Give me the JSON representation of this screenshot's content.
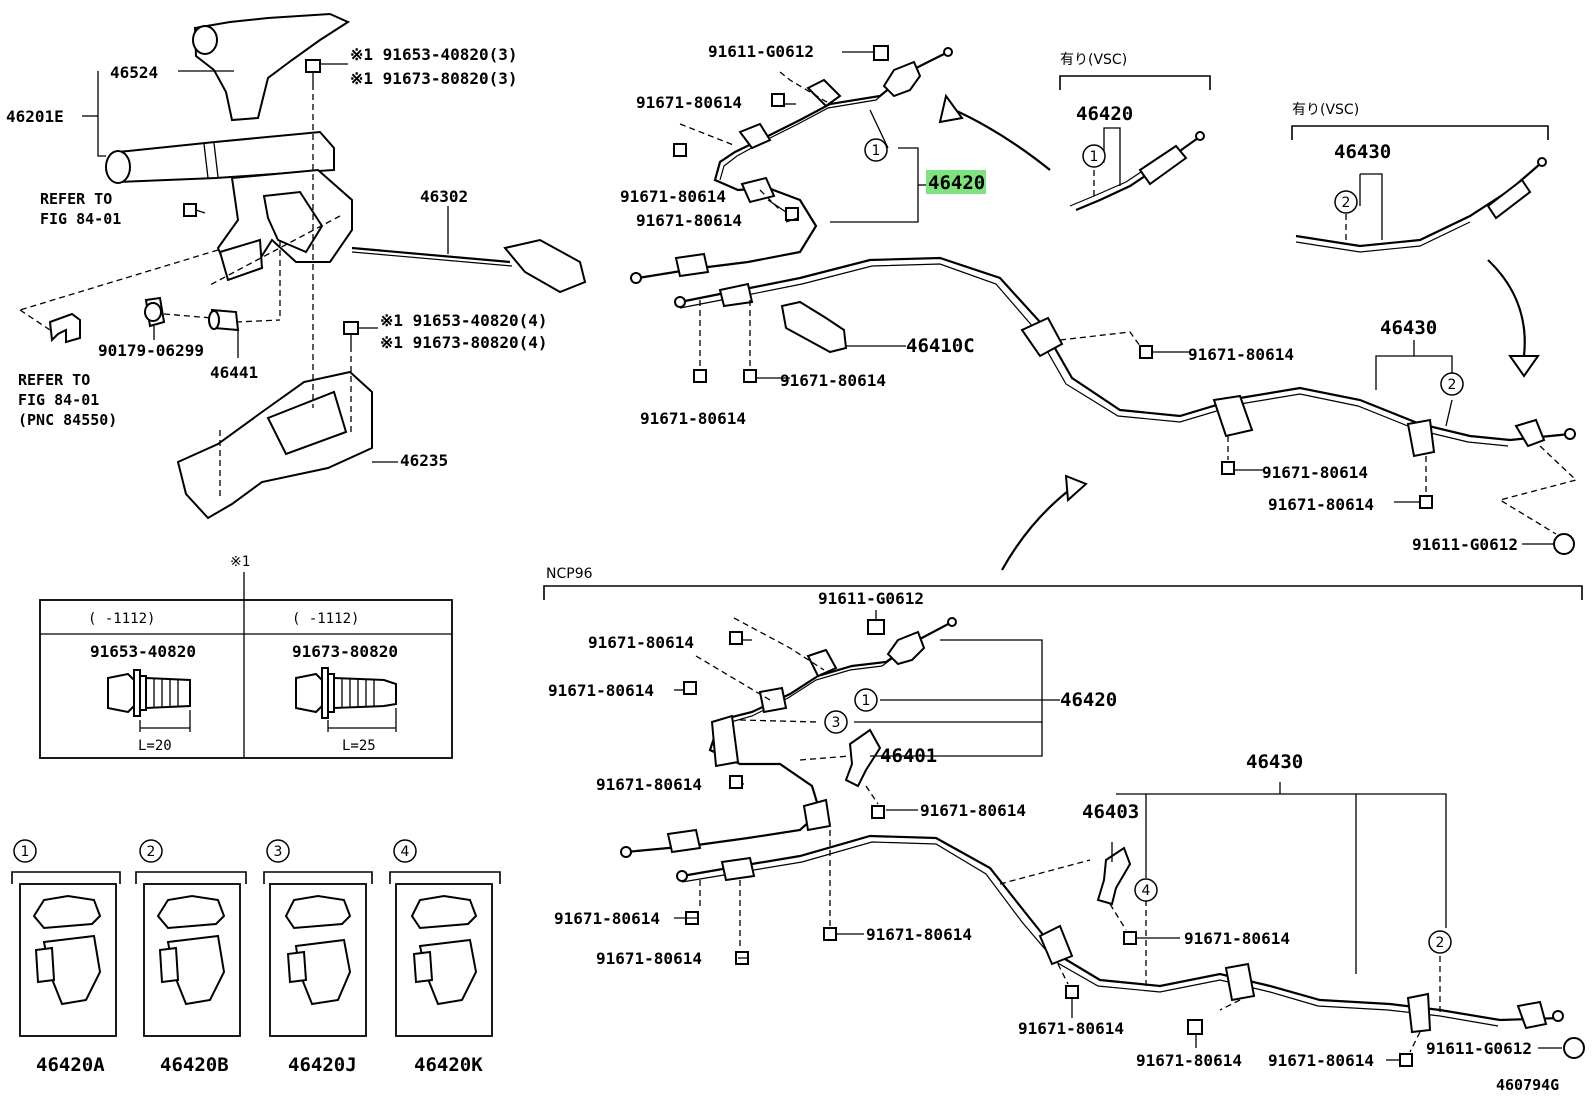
{
  "diagram": {
    "figure_code": "460794G",
    "highlight_part": "46420",
    "left_assembly": {
      "labels": {
        "p46524": "46524",
        "p46201E": "46201E",
        "p46302": "46302",
        "p46441": "46441",
        "p90179": "90179-06299",
        "p46235": "46235",
        "refer1_l1": "REFER TO",
        "refer1_l2": "FIG 84-01",
        "refer2_l1": "REFER TO",
        "refer2_l2": "FIG 84-01",
        "refer2_l3": "(PNC 84550)",
        "bolt_top_1": "※1 91653-40820(3)",
        "bolt_top_2": "※1 91673-80820(3)",
        "bolt_mid_1": "※1 91653-40820(4)",
        "bolt_mid_2": "※1 91673-80820(4)"
      }
    },
    "bolt_table": {
      "title": "※1",
      "columns": [
        {
          "range": "(      -1112)",
          "part": "91653-40820",
          "length": "L=20"
        },
        {
          "range": "(      -1112)",
          "part": "91673-80820",
          "length": "L=25"
        }
      ]
    },
    "clamps": [
      {
        "num": "1",
        "part": "46420A"
      },
      {
        "num": "2",
        "part": "46420B"
      },
      {
        "num": "3",
        "part": "46420J"
      },
      {
        "num": "4",
        "part": "46420K"
      }
    ],
    "top_cables": {
      "p91611_top": "91611-G0612",
      "p80614_a": "91671-80614",
      "p80614_b": "91671-80614",
      "p80614_c": "91671-80614",
      "p80614_d": "91671-80614",
      "p80614_e": "91671-80614",
      "p80614_f": "91671-80614",
      "p80614_g": "91671-80614",
      "p80614_h": "91671-80614",
      "p91611_right": "91611-G0612",
      "p46420": "46420",
      "p46410C": "46410C",
      "p46430": "46430",
      "vsc1_title": "有り(VSC)",
      "vsc1_part": "46420",
      "vsc2_title": "有り(VSC)",
      "vsc2_part": "46430"
    },
    "ncp96": {
      "title": "NCP96",
      "p91611_top": "91611-G0612",
      "p80614_a": "91671-80614",
      "p80614_b": "91671-80614",
      "p80614_c": "91671-80614",
      "p80614_d": "91671-80614",
      "p80614_e": "91671-80614",
      "p80614_f": "91671-80614",
      "p80614_g": "91671-80614",
      "p80614_h": "91671-80614",
      "p80614_i": "91671-80614",
      "p80614_j": "91671-80614",
      "p80614_k": "91671-80614",
      "p91611_right": "91611-G0612",
      "p46420": "46420",
      "p46401": "46401",
      "p46403": "46403",
      "p46430": "46430"
    }
  }
}
